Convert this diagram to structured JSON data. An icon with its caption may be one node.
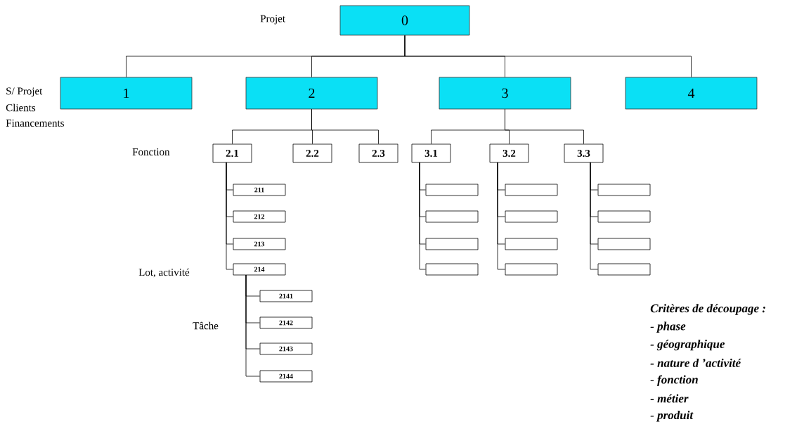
{
  "diagram": {
    "nodes": [
      {
        "text": [
          "0"
        ]
      },
      {
        "text": [
          "1"
        ]
      },
      {
        "text": [
          "2"
        ]
      },
      {
        "text": [
          "3"
        ]
      },
      {
        "text": [
          "4"
        ]
      },
      {
        "text": [
          "2.1"
        ]
      },
      {
        "text": [
          "2.2"
        ]
      },
      {
        "text": [
          "2.3"
        ]
      },
      {
        "text": [
          "3.1"
        ]
      },
      {
        "text": [
          "3.2"
        ]
      },
      {
        "text": [
          "3.3"
        ]
      },
      {
        "text": [
          "211"
        ]
      },
      {
        "text": [
          "212"
        ]
      },
      {
        "text": [
          "213"
        ]
      },
      {
        "text": [
          "214"
        ]
      },
      {
        "text": [
          "2141"
        ]
      },
      {
        "text": [
          "2142"
        ]
      },
      {
        "text": [
          "2143"
        ]
      },
      {
        "text": [
          "2144"
        ]
      },
      {
        "text": [],
        "shape": "box"
      },
      {
        "text": [],
        "shape": "box"
      },
      {
        "text": [],
        "shape": "box"
      },
      {
        "text": [],
        "shape": "box"
      },
      {
        "text": [],
        "shape": "box"
      },
      {
        "text": [],
        "shape": "box"
      },
      {
        "text": [],
        "shape": "box"
      },
      {
        "text": [],
        "shape": "box"
      },
      {
        "text": [],
        "shape": "box"
      },
      {
        "text": [],
        "shape": "box"
      },
      {
        "text": [],
        "shape": "box"
      },
      {
        "text": [],
        "shape": "box"
      }
    ],
    "edges": [
      {
        "from": 0,
        "to": 1,
        "arrow": "none"
      },
      {
        "from": 0,
        "to": 2,
        "arrow": "none"
      },
      {
        "from": 0,
        "to": 3,
        "arrow": "none"
      },
      {
        "from": 0,
        "to": 4,
        "arrow": "none"
      },
      {
        "from": 2,
        "to": 5,
        "arrow": "none"
      },
      {
        "from": 2,
        "to": 6,
        "arrow": "none"
      },
      {
        "from": 2,
        "to": 7,
        "arrow": "none"
      },
      {
        "from": 3,
        "to": 8,
        "arrow": "none"
      },
      {
        "from": 3,
        "to": 9,
        "arrow": "none"
      },
      {
        "from": 3,
        "to": 10,
        "arrow": "none"
      },
      {
        "from": 5,
        "to": 11,
        "arrow": "none"
      },
      {
        "from": 5,
        "to": 12,
        "arrow": "none"
      },
      {
        "from": 5,
        "to": 13,
        "arrow": "none"
      },
      {
        "from": 5,
        "to": 14,
        "arrow": "none"
      },
      {
        "from": 14,
        "to": 15,
        "arrow": "none"
      },
      {
        "from": 14,
        "to": 16,
        "arrow": "none"
      },
      {
        "from": 14,
        "to": 17,
        "arrow": "none"
      },
      {
        "from": 14,
        "to": 18,
        "arrow": "none"
      },
      {
        "from": 8,
        "to": 19,
        "arrow": "none"
      },
      {
        "from": 8,
        "to": 20,
        "arrow": "none"
      },
      {
        "from": 8,
        "to": 21,
        "arrow": "none"
      },
      {
        "from": 8,
        "to": 22,
        "arrow": "none"
      },
      {
        "from": 9,
        "to": 23,
        "arrow": "none"
      },
      {
        "from": 9,
        "to": 24,
        "arrow": "none"
      },
      {
        "from": 9,
        "to": 25,
        "arrow": "none"
      },
      {
        "from": 9,
        "to": 26,
        "arrow": "none"
      },
      {
        "from": 10,
        "to": 27,
        "arrow": "none"
      },
      {
        "from": 10,
        "to": 28,
        "arrow": "none"
      },
      {
        "from": 10,
        "to": 29,
        "arrow": "none"
      },
      {
        "from": 10,
        "to": 30,
        "arrow": "none"
      }
    ],
    "labels": [
      "Projet",
      "S/ Projet",
      "Clients",
      "Financements",
      "Fonction",
      "Lot, activité",
      "Tâche",
      "Critères de découpage :",
      "- phase",
      "- géographique",
      "- nature d ’activité",
      "- fonction",
      "- métier",
      "- produit"
    ]
  }
}
